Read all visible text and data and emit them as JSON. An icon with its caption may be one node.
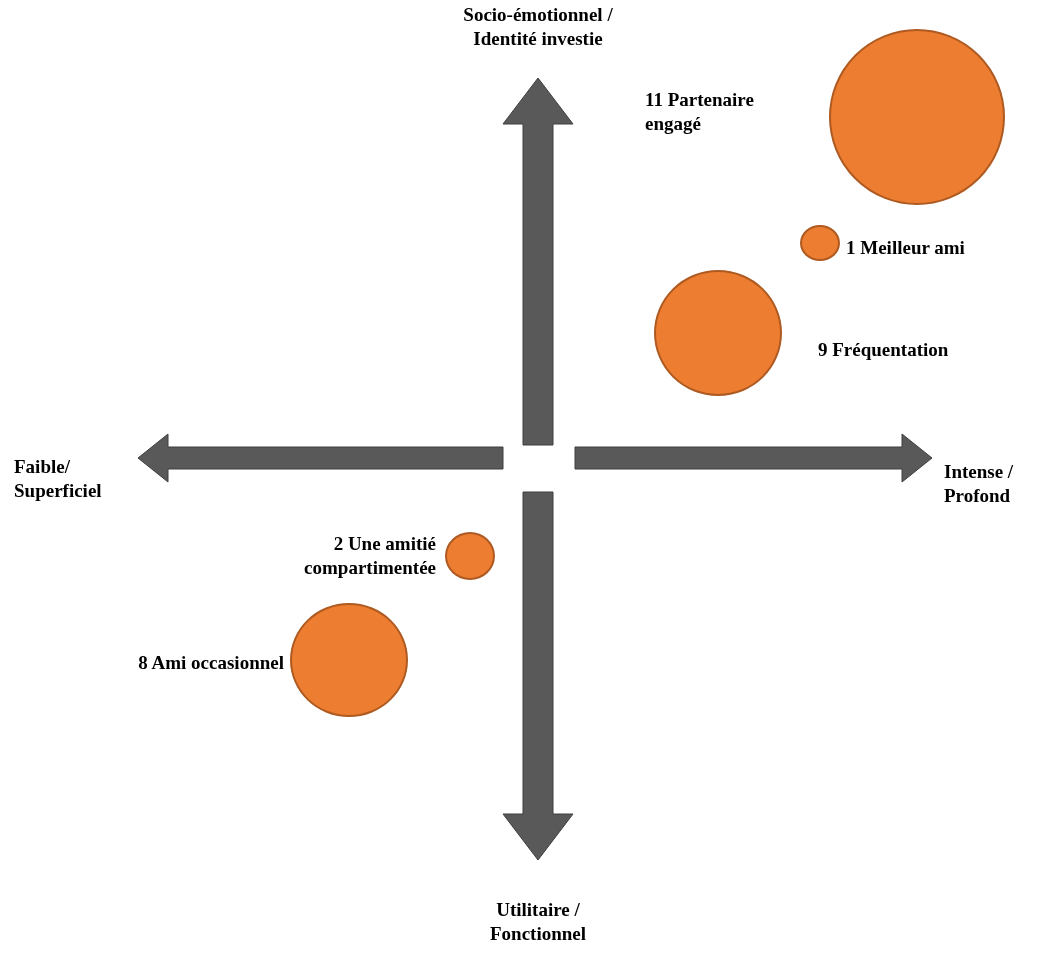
{
  "diagram": {
    "nodes": [
      {
        "text": [],
        "shape": "circle",
        "beside": [
          "11 Partenaire engagé"
        ]
      },
      {
        "text": [],
        "shape": "circle",
        "beside": [
          "1 Meilleur ami"
        ]
      },
      {
        "text": [],
        "shape": "circle",
        "beside": [
          "9 Fréquentation"
        ]
      },
      {
        "text": [],
        "shape": "circle",
        "beside": [
          "2 Une amitié compartimentée"
        ]
      },
      {
        "text": [],
        "shape": "circle",
        "beside": [
          "8 Ami occasionnel"
        ]
      }
    ],
    "labels": [
      "Socio-émotionnel / Identité investie",
      "Faible/ Superficiel",
      "Intense / Profond",
      "Utilitaire / Fonctionnel"
    ]
  }
}
